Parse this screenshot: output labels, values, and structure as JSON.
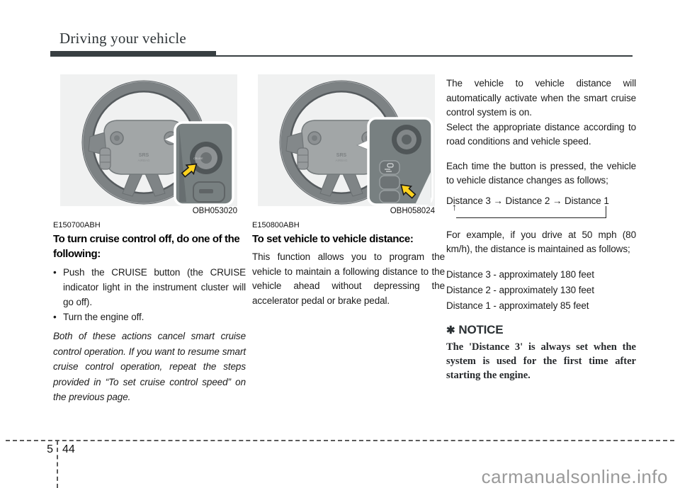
{
  "header": {
    "title": "Driving your vehicle"
  },
  "columns": {
    "left": {
      "figure_caption": "OBH053020",
      "code": "E150700ABH",
      "heading": "To turn cruise control off, do one of the following:",
      "bullet_marker": "•",
      "bullets": [
        "Push the CRUISE button (the CRUISE indicator light in the instrument cluster will go off).",
        "Turn the engine off."
      ],
      "italic_note": "Both of these actions cancel smart cruise control operation. If you want to resume smart cruise control operation, repeat the steps provided in “To set cruise control speed” on the previous page."
    },
    "middle": {
      "figure_caption": "OBH058024",
      "code": "E150800ABH",
      "heading": "To set vehicle to vehicle distance:",
      "body": "This function allows you to program the vehicle to maintain a following distance to the vehicle ahead without depressing the accelerator pedal or brake pedal."
    },
    "right": {
      "para1": "The vehicle to vehicle distance will automatically activate when the smart cruise control system is on.",
      "para2": "Select the appropriate distance according to road conditions and vehicle speed.",
      "para3": "Each time the button is pressed, the vehicle to vehicle distance changes as follows;",
      "sequence": "Distance 3 → Distance 2 → Distance 1",
      "loop_arrow": "↑",
      "para4": "For example, if you drive at 50 mph (80 km/h), the distance is maintained as follows;",
      "distances": [
        "Distance 3 - approximately 180 feet",
        "Distance 2 - approximately 130 feet",
        "Distance 1 - approximately 85 feet"
      ],
      "notice": {
        "symbol": "✱",
        "title": "NOTICE",
        "body": "The 'Distance 3' is always set when the system is used for the first time after starting the engine."
      }
    }
  },
  "footer": {
    "chapter": "5",
    "page": "44",
    "watermark": "carmanualsonline.info"
  },
  "colors": {
    "accent_arrow_yellow": "#ffd21e",
    "figure_background": "#f0f1f1",
    "header_bar": "#383f42",
    "watermark_gray": "#9a9a9a"
  }
}
